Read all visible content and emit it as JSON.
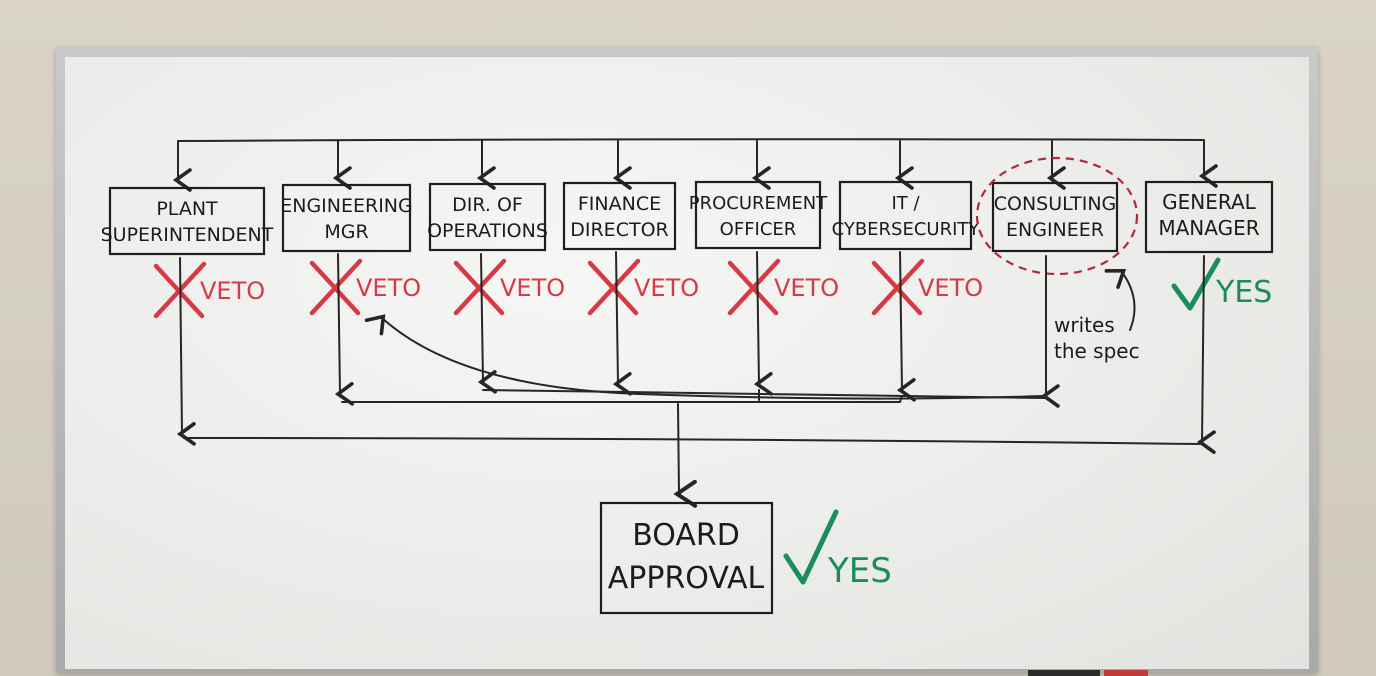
{
  "roles": [
    {
      "id": "plant-superintendent",
      "lines": [
        "PLANT",
        "SUPERINTENDENT"
      ],
      "vote": "VETO"
    },
    {
      "id": "engineering-mgr",
      "lines": [
        "ENGINEERING",
        "MGR"
      ],
      "vote": "VETO"
    },
    {
      "id": "dir-of-operations",
      "lines": [
        "DIR. OF",
        "OPERATIONS"
      ],
      "vote": "VETO"
    },
    {
      "id": "finance-director",
      "lines": [
        "FINANCE",
        "DIRECTOR"
      ],
      "vote": "VETO"
    },
    {
      "id": "procurement-officer",
      "lines": [
        "PROCUREMENT",
        "OFFICER"
      ],
      "vote": "VETO"
    },
    {
      "id": "it-cybersecurity",
      "lines": [
        "IT /",
        "CYBERSECURITY"
      ],
      "vote": "VETO"
    },
    {
      "id": "consulting-engineer",
      "lines": [
        "CONSULTING",
        "ENGINEER"
      ],
      "vote": ""
    },
    {
      "id": "general-manager",
      "lines": [
        "GENERAL",
        "MANAGER"
      ],
      "vote": "YES"
    }
  ],
  "annotation": {
    "lines": [
      "writes",
      "the spec"
    ]
  },
  "final": {
    "lines": [
      "BOARD",
      "APPROVAL"
    ],
    "vote": "YES"
  },
  "colors": {
    "veto": "#d63a44",
    "yes": "#1b8c5c",
    "marker": "#1e1e1e",
    "circle": "#b3283a"
  }
}
